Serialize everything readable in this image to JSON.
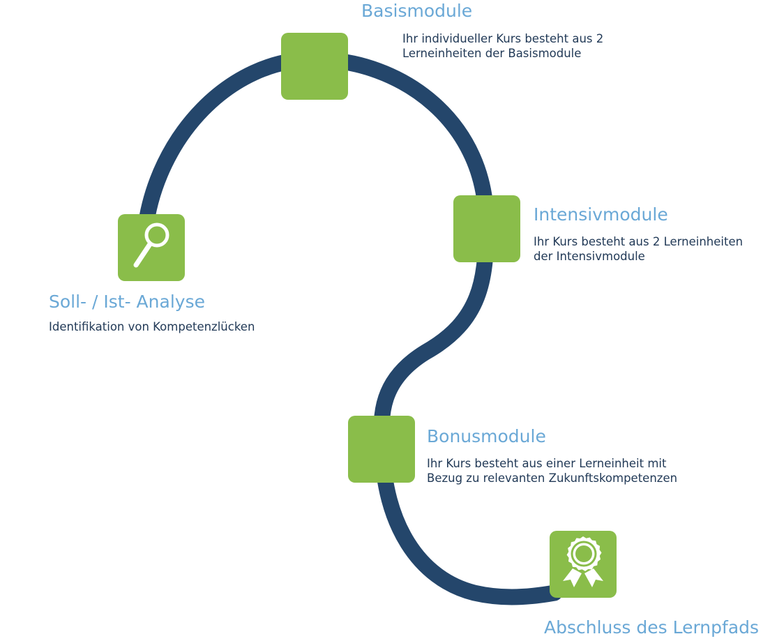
{
  "colors": {
    "path": "#24466b",
    "node": "#8abd4a",
    "title": "#6aa8d6",
    "text": "#223a57",
    "icon": "#ffffff"
  },
  "steps": [
    {
      "title": "Soll- / Ist- Analyse",
      "description": [
        "Identifikation von Kompetenzlücken"
      ],
      "icon": "magnifier-icon"
    },
    {
      "title": "Basismodule",
      "description": [
        "Ihr individueller Kurs besteht aus 2",
        "Lerneinheiten der Basismodule"
      ],
      "icon": ""
    },
    {
      "title": "Intensivmodule",
      "description": [
        "Ihr Kurs besteht aus 2 Lerneinheiten",
        "der Intensivmodule"
      ],
      "icon": ""
    },
    {
      "title": "Bonusmodule",
      "description": [
        "Ihr Kurs besteht aus einer Lerneinheit mit",
        "Bezug zu relevanten Zukunftskompetenzen"
      ],
      "icon": ""
    },
    {
      "title": "Abschluss des Lernpfads",
      "description": [],
      "icon": "award-rosette-icon"
    }
  ]
}
